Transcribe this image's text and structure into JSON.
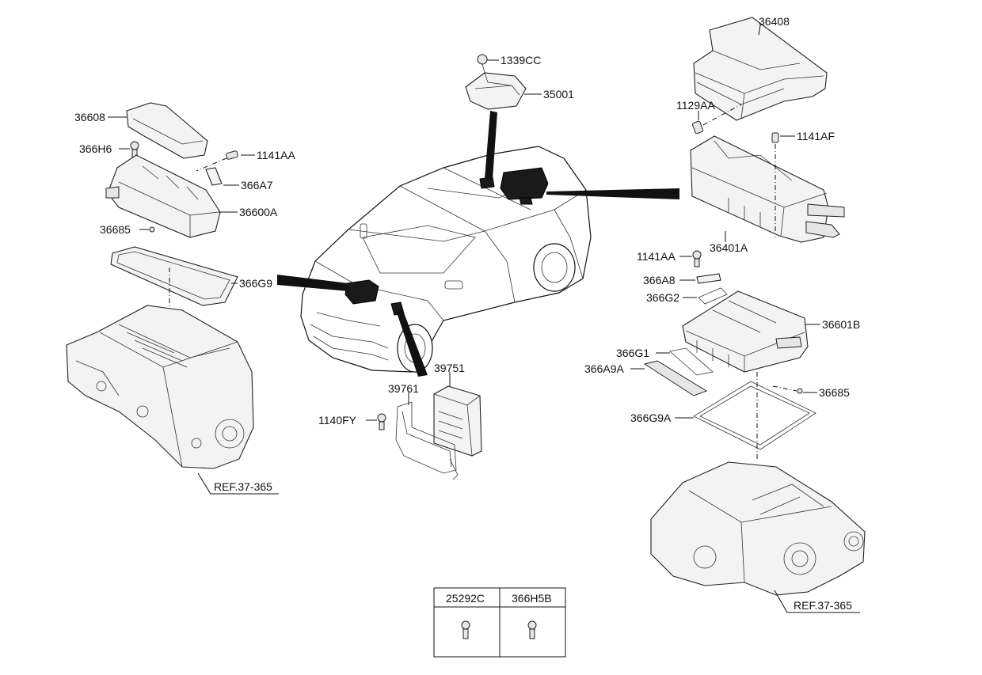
{
  "callouts": {
    "c36408": "36408",
    "c1129AA": "1129AA",
    "c1141AF": "1141AF",
    "c36401A": "36401A",
    "c1339CC": "1339CC",
    "c35001": "35001",
    "c36608": "36608",
    "c366H6": "366H6",
    "c1141AA_left": "1141AA",
    "c366A7": "366A7",
    "c36600A": "36600A",
    "c36685_left": "36685",
    "c366G9": "366G9",
    "c1141AA_right": "1141AA",
    "c366A8": "366A8",
    "c366G2": "366G2",
    "c36601B": "36601B",
    "c366G1": "366G1",
    "c366A9A": "366A9A",
    "c36685_right": "36685",
    "c366G9A": "366G9A",
    "c39751": "39751",
    "c39761": "39761",
    "c1140FY": "1140FY",
    "ref_left": "REF.37-365",
    "ref_right": "REF.37-365"
  },
  "parts_table": {
    "headers": [
      "25292C",
      "366H5B"
    ]
  }
}
